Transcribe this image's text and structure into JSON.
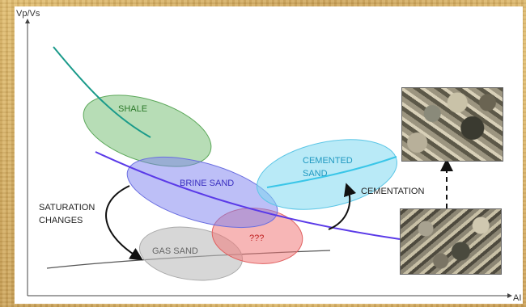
{
  "axes": {
    "y_label": "Vp/Vs",
    "x_label": "AI"
  },
  "regions": {
    "shale": "SHALE",
    "brine_sand": "BRINE SAND",
    "cemented_sand_line1": "CEMENTED",
    "cemented_sand_line2": "SAND",
    "gas_sand": "GAS SAND",
    "unknown": "???"
  },
  "annotations": {
    "saturation_line1": "SATURATION",
    "saturation_line2": "CHANGES",
    "cementation": "CEMENTATION"
  },
  "colors": {
    "shale": "#7cc17a",
    "brine_sand": "#7b7ff0",
    "cemented_sand": "#7fd9f0",
    "gas_sand": "#bdbdbd",
    "unknown": "#f07a7a",
    "shale_trend": "#1a9a8a",
    "brine_trend": "#5a3ae8",
    "cement_trend": "#3ac6e8"
  }
}
